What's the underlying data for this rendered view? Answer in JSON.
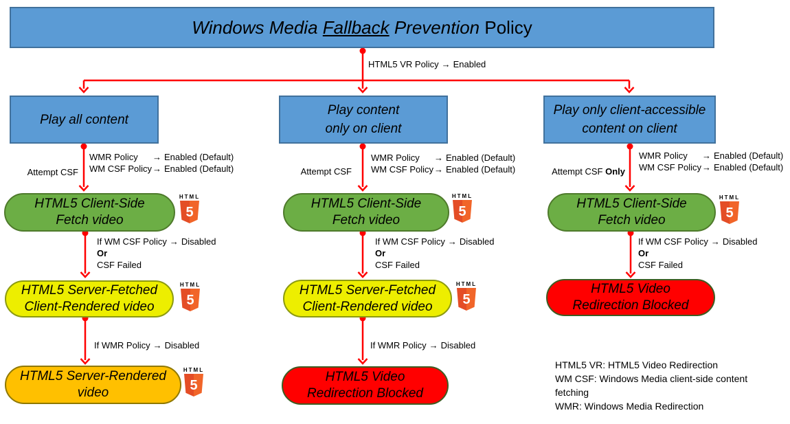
{
  "title": {
    "part1": "Windows Media ",
    "fallback": "Fallback",
    "part3": " Prevention",
    "part4": " Policy"
  },
  "arrow": "→",
  "root_edge": {
    "left": "HTML5 VR Policy",
    "right": "Enabled"
  },
  "columns": [
    {
      "branch_line1": "Play all content",
      "attempt_text": "Attempt CSF",
      "attempt_bold": "",
      "policy1_name": "WMR Policy",
      "policy1_value": "Enabled (Default)",
      "policy2_name": "WM CSF Policy",
      "policy2_value": "Enabled (Default)",
      "csf_line1": "HTML5 Client-Side",
      "csf_line2": "Fetch video",
      "mid_cond_left": "If WM CSF Policy",
      "mid_cond_right": "Disabled",
      "mid_or": "Or",
      "mid_failed": "CSF Failed",
      "mid_line1": "HTML5 Server-Fetched",
      "mid_line2": "Client-Rendered video",
      "last_cond_left": "If WMR Policy",
      "last_cond_right": "Disabled",
      "final_line1": "HTML5 Server-Rendered",
      "final_line2": "video"
    },
    {
      "branch_line1": "Play content",
      "branch_line2": "only on client",
      "attempt_text": "Attempt CSF",
      "attempt_bold": "",
      "policy1_name": "WMR Policy",
      "policy1_value": "Enabled (Default)",
      "policy2_name": "WM CSF Policy",
      "policy2_value": "Enabled (Default)",
      "csf_line1": "HTML5 Client-Side",
      "csf_line2": "Fetch video",
      "mid_cond_left": "If WM CSF Policy",
      "mid_cond_right": "Disabled",
      "mid_or": "Or",
      "mid_failed": "CSF Failed",
      "mid_line1": "HTML5 Server-Fetched",
      "mid_line2": "Client-Rendered video",
      "last_cond_left": "If WMR Policy",
      "last_cond_right": "Disabled",
      "final_line1": "HTML5 Video",
      "final_line2": "Redirection Blocked"
    },
    {
      "branch_line1": "Play only client-accessible",
      "branch_line2": "content on client",
      "attempt_text": "Attempt CSF ",
      "attempt_bold": "Only",
      "policy1_name": "WMR Policy",
      "policy1_value": "Enabled (Default)",
      "policy2_name": "WM CSF Policy",
      "policy2_value": "Enabled (Default)",
      "csf_line1": "HTML5 Client-Side",
      "csf_line2": "Fetch video",
      "mid_cond_left": "If WM CSF Policy",
      "mid_cond_right": "Disabled",
      "mid_or": "Or",
      "mid_failed": "CSF Failed",
      "final_line1": "HTML5 Video",
      "final_line2": "Redirection Blocked"
    }
  ],
  "legend": {
    "line1": "HTML5 VR: HTML5 Video Redirection",
    "line2": "WM CSF: Windows Media client-side content fetching",
    "line3": "WMR: Windows Media Redirection"
  },
  "logo": {
    "word": "HTML",
    "digit": "5"
  },
  "colors": {
    "blue": "#5B9BD5",
    "blue_border": "#41719C",
    "green": "#6CAE45",
    "green_border": "#4E7A2B",
    "yellow": "#EDEE00",
    "yellow_border": "#8C9A10",
    "orange": "#FFC000",
    "orange_border": "#8F7800",
    "red": "#FF0000",
    "red_border": "#3E5C22",
    "arrow": "#FF0000",
    "logo_left": "#E44D26",
    "logo_right": "#F16529"
  }
}
